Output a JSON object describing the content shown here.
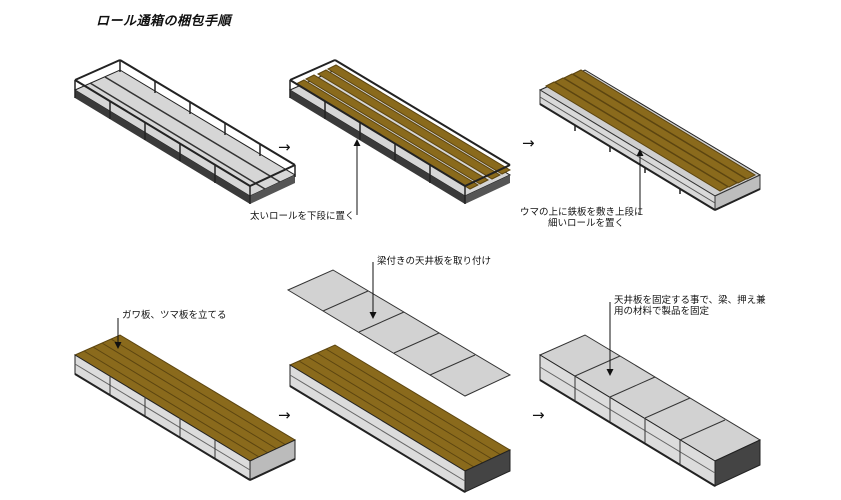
{
  "title": "ロール通箱の梱包手順",
  "steps": [
    {
      "label": ""
    },
    {
      "label": "太いロールを下段に置く"
    },
    {
      "label": "ウマの上に鉄板を敷き上段に",
      "label2": "細いロールを置く"
    },
    {
      "label": "ガワ板、ツマ板を立てる"
    },
    {
      "label": "梁付きの天井板を取り付け"
    },
    {
      "label": "天井板を固定する事で、梁、押え兼",
      "label2": "用の材料で製品を固定"
    }
  ],
  "arrow_glyph": "→",
  "colors": {
    "frame": "#2a2a2a",
    "floor": "#d6d6d6",
    "roll": "#8a6a1c",
    "roll_dark": "#5c4510",
    "panel": "#cfcfcf",
    "panel_dark": "#9e9e9e"
  }
}
